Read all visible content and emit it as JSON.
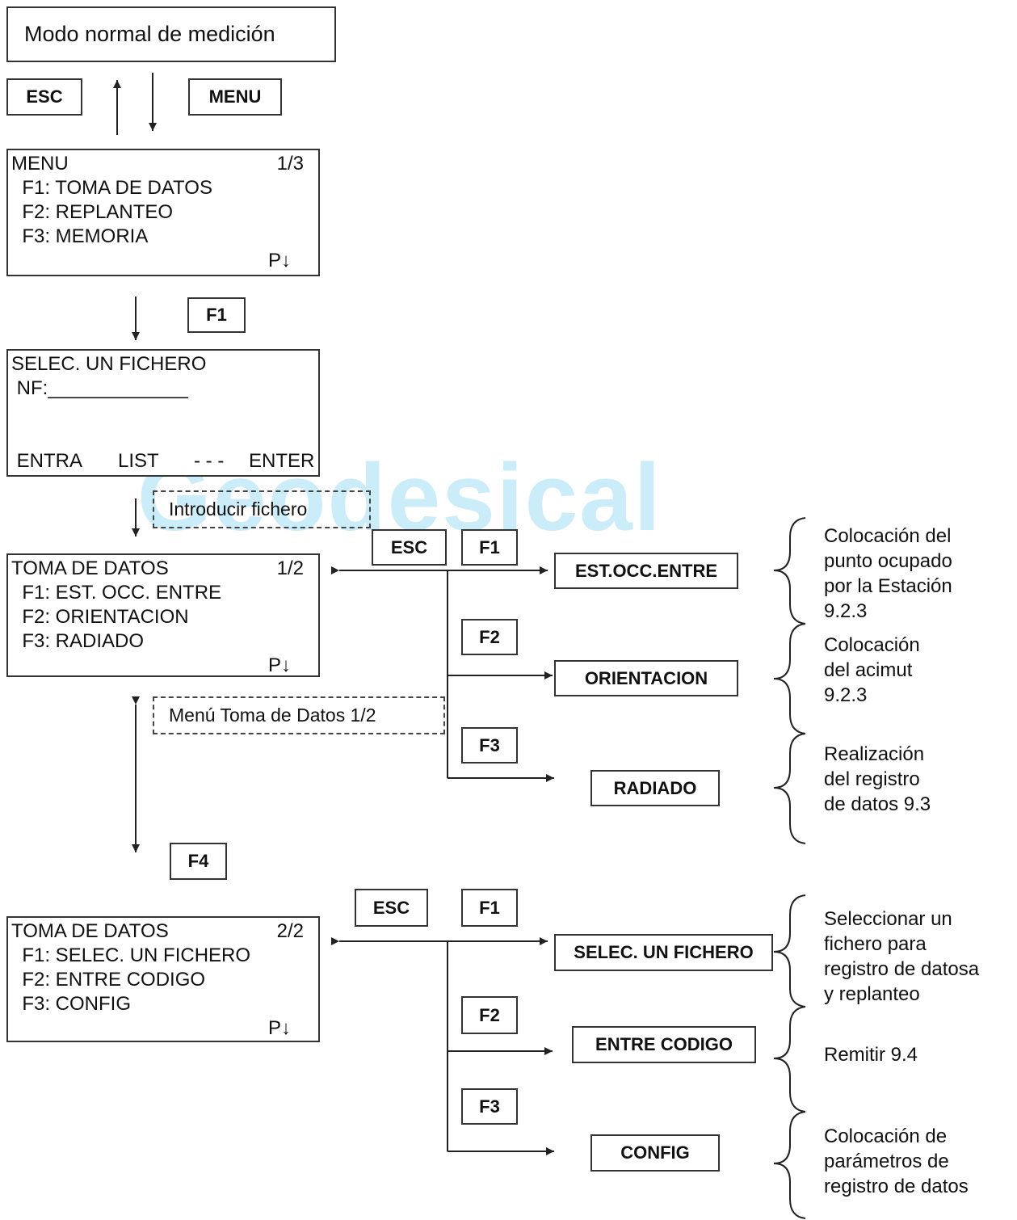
{
  "watermark": "Geodesical",
  "title_box": "Modo normal de medición",
  "keys": {
    "esc_top": "ESC",
    "menu_top": "MENU",
    "f1_menu": "F1",
    "esc_mid": "ESC",
    "f1_mid": "F1",
    "f2_mid": "F2",
    "f3_mid": "F3",
    "f4": "F4",
    "esc_low": "ESC",
    "f1_low": "F1",
    "f2_low": "F2",
    "f3_low": "F3"
  },
  "menu_screen": {
    "title": "MENU",
    "page": "1/3",
    "lines": [
      "  F1: TOMA DE DATOS",
      "  F2: REPLANTEO",
      "  F3: MEMORIA"
    ],
    "footer": "P↓"
  },
  "file_screen": {
    "title": "SELEC. UN FICHERO",
    "field": " NF:_____________",
    "softkeys": [
      " ENTRA",
      "LIST",
      "- - -",
      "ENTER"
    ]
  },
  "dashed_labels": {
    "enter_file": "Introducir  fichero",
    "menu_page": "Menú Toma de Datos 1/2"
  },
  "data_screen_1": {
    "title": "TOMA DE DATOS",
    "page": "1/2",
    "lines": [
      "  F1: EST. OCC. ENTRE",
      "  F2: ORIENTACION",
      "  F3: RADIADO"
    ],
    "footer": "P↓"
  },
  "data_screen_2": {
    "title": "TOMA DE DATOS",
    "page": "2/2",
    "lines": [
      "  F1: SELEC. UN FICHERO",
      "  F2: ENTRE CODIGO",
      "  F3: CONFIG"
    ],
    "footer": "P↓"
  },
  "result_boxes": {
    "est_occ": "EST.OCC.ENTRE",
    "orientacion": "ORIENTACION",
    "radiado": "RADIADO",
    "selec_fichero": "SELEC. UN FICHERO",
    "entre_codigo": "ENTRE CODIGO",
    "config": "CONFIG"
  },
  "notes": {
    "n1": "Colocación del\npunto ocupado\npor la Estación\n9.2.3",
    "n2": "Colocación\ndel acimut\n9.2.3",
    "n3": "Realización\ndel registro\nde datos 9.3",
    "n4": "Seleccionar un\nfichero para\nregistro de datosa\ny replanteo",
    "n5": "Remitir 9.4",
    "n6": "Colocación de\nparámetros de\nregistro de datos"
  }
}
